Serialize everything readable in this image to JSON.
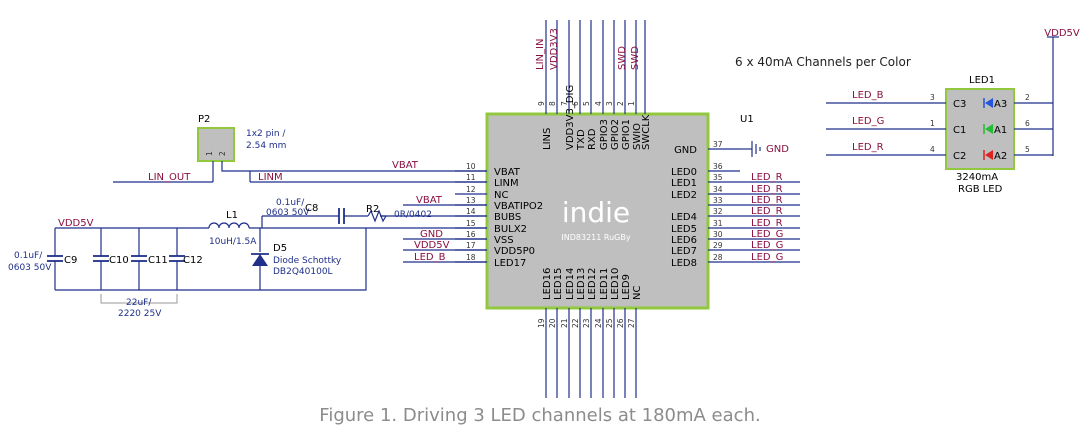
{
  "chip": {
    "logo": "indie",
    "subtitle": "IND83211 RuGBy",
    "designator": "U1",
    "pins_left": [
      {
        "num": "10",
        "name": "VBAT"
      },
      {
        "num": "11",
        "name": "LINM"
      },
      {
        "num": "12",
        "name": "NC"
      },
      {
        "num": "13",
        "name": "VBATIPO2"
      },
      {
        "num": "14",
        "name": "BUBS"
      },
      {
        "num": "15",
        "name": "BULX2"
      },
      {
        "num": "16",
        "name": "VSS"
      },
      {
        "num": "17",
        "name": "VDD5P0"
      },
      {
        "num": "18",
        "name": "LED17"
      }
    ],
    "pins_right": [
      {
        "num": "37",
        "name": "GND"
      },
      {
        "num": "36",
        "name": "LED0"
      },
      {
        "num": "35",
        "name": "LED1"
      },
      {
        "num": "34",
        "name": "LED2"
      },
      {
        "num": "33",
        "name": ""
      },
      {
        "num": "32",
        "name": "LED4"
      },
      {
        "num": "31",
        "name": "LED5"
      },
      {
        "num": "30",
        "name": "LED6"
      },
      {
        "num": "29",
        "name": "LED7"
      },
      {
        "num": "28",
        "name": "LED8"
      }
    ],
    "pins_top": [
      {
        "num": "9",
        "name": "LINS"
      },
      {
        "num": "8",
        "name": ""
      },
      {
        "num": "7",
        "name": "VDD3V3_DIG"
      },
      {
        "num": "6",
        "name": "TXD"
      },
      {
        "num": "5",
        "name": "RXD"
      },
      {
        "num": "4",
        "name": "GPIO3"
      },
      {
        "num": "3",
        "name": "GPIO2"
      },
      {
        "num": "2",
        "name": "GPIO1"
      },
      {
        "num": "1",
        "name": "SWIO"
      },
      {
        "num": "",
        "name": "SWCLK"
      }
    ],
    "pins_bottom": [
      {
        "num": "19",
        "name": "LED16"
      },
      {
        "num": "20",
        "name": "LED15"
      },
      {
        "num": "21",
        "name": "LED14"
      },
      {
        "num": "22",
        "name": "LED13"
      },
      {
        "num": "23",
        "name": "LED12"
      },
      {
        "num": "24",
        "name": "LED11"
      },
      {
        "num": "25",
        "name": "LED10"
      },
      {
        "num": "26",
        "name": "LED9"
      },
      {
        "num": "27",
        "name": "NC"
      }
    ]
  },
  "nets": {
    "lin_in": "LIN_IN",
    "vdd3v3": "VDD3V3",
    "swd": "SWD",
    "vbat": "VBAT",
    "lin_out": "LIN_OUT",
    "linm": "LINM",
    "gnd": "GND",
    "vdd5v": "VDD5V",
    "led_b": "LED_B",
    "led_g": "LED_G",
    "led_r": "LED_R",
    "right_nets": [
      "LED_R",
      "LED_R",
      "LED_R",
      "LED_R",
      "LED_R",
      "LED_G",
      "LED_G",
      "LED_G"
    ]
  },
  "connector": {
    "designator": "P2",
    "desc1": "1x2 pin /",
    "desc2": "2.54 mm",
    "pin1": "1",
    "pin2": "2"
  },
  "components": {
    "c8_val": "0.1uF/",
    "c8_pkg": "0603 50V",
    "c8": "C8",
    "r2": "R2",
    "r2_val": "0R/0402",
    "l1": "L1",
    "l1_val": "10uH/1.5A",
    "d5": "D5",
    "d5_desc": "Diode Schottky",
    "d5_part": "DB2Q40100L",
    "c9": "C9",
    "c9_val": "0.1uF/",
    "c9_pkg": "0603 50V",
    "c10": "C10",
    "c11": "C11",
    "c12": "C12",
    "bulk_val": "22uF/",
    "bulk_pkg": "2220 25V"
  },
  "led": {
    "heading": "6 x 40mA Channels per Color",
    "designator": "LED1",
    "current": "3240mA",
    "desc": "RGB LED",
    "rows": [
      {
        "net": "LED_B",
        "cathode_pin": "3",
        "cathode": "C3",
        "anode": "A3",
        "anode_pin": "2",
        "color": "#2255dd"
      },
      {
        "net": "LED_G",
        "cathode_pin": "1",
        "cathode": "C1",
        "anode": "A1",
        "anode_pin": "6",
        "color": "#22bb33"
      },
      {
        "net": "LED_R",
        "cathode_pin": "4",
        "cathode": "C2",
        "anode": "A2",
        "anode_pin": "5",
        "color": "#dd2222"
      }
    ],
    "supply": "VDD5V"
  },
  "caption": "Figure 1. Driving 3 LED channels at 180mA each."
}
